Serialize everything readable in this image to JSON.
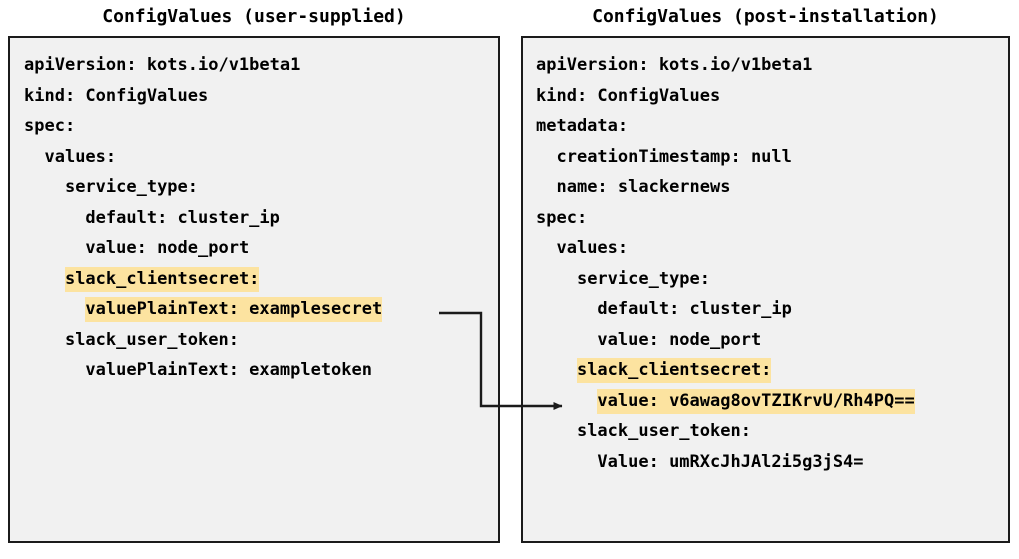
{
  "panels": [
    {
      "title": "ConfigValues (user-supplied)",
      "lines": [
        {
          "indent": 0,
          "text": "apiVersion: kots.io/v1beta1",
          "highlight": false
        },
        {
          "indent": 0,
          "text": "kind: ConfigValues",
          "highlight": false
        },
        {
          "indent": 0,
          "text": "spec:",
          "highlight": false
        },
        {
          "indent": 1,
          "text": "values:",
          "highlight": false
        },
        {
          "indent": 2,
          "text": "service_type:",
          "highlight": false
        },
        {
          "indent": 3,
          "text": "default: cluster_ip",
          "highlight": false
        },
        {
          "indent": 3,
          "text": "value: node_port",
          "highlight": false
        },
        {
          "indent": 2,
          "text": "slack_clientsecret:",
          "highlight": true
        },
        {
          "indent": 3,
          "text": "valuePlainText: examplesecret",
          "highlight": true
        },
        {
          "indent": 2,
          "text": "slack_user_token:",
          "highlight": false
        },
        {
          "indent": 3,
          "text": "valuePlainText: exampletoken",
          "highlight": false
        }
      ]
    },
    {
      "title": "ConfigValues (post-installation)",
      "lines": [
        {
          "indent": 0,
          "text": "apiVersion: kots.io/v1beta1",
          "highlight": false
        },
        {
          "indent": 0,
          "text": "kind: ConfigValues",
          "highlight": false
        },
        {
          "indent": 0,
          "text": "metadata:",
          "highlight": false
        },
        {
          "indent": 1,
          "text": "creationTimestamp: null",
          "highlight": false
        },
        {
          "indent": 1,
          "text": "name: slackernews",
          "highlight": false
        },
        {
          "indent": 0,
          "text": "spec:",
          "highlight": false
        },
        {
          "indent": 1,
          "text": "values:",
          "highlight": false
        },
        {
          "indent": 2,
          "text": "service_type:",
          "highlight": false
        },
        {
          "indent": 3,
          "text": "default: cluster_ip",
          "highlight": false
        },
        {
          "indent": 3,
          "text": "value: node_port",
          "highlight": false
        },
        {
          "indent": 2,
          "text": "slack_clientsecret:",
          "highlight": true
        },
        {
          "indent": 3,
          "text": "value: v6awag8ovTZIKrvU/Rh4PQ==",
          "highlight": true
        },
        {
          "indent": 2,
          "text": "slack_user_token:",
          "highlight": false
        },
        {
          "indent": 3,
          "text": "Value: umRXcJhJAl2i5g3jS4=",
          "highlight": false
        }
      ]
    }
  ],
  "connector": {
    "label": "transformation-arrow",
    "from_line": "valuePlainText: examplesecret",
    "to_line": "value: v6awag8ovTZIKrvU/Rh4PQ==",
    "color": "#1b1b1b"
  },
  "colors": {
    "highlight": "#fce3a0",
    "box_border": "#1b1b1b",
    "box_fill": "#f1f1f1",
    "text": "#000000",
    "page_background": "#ffffff"
  }
}
